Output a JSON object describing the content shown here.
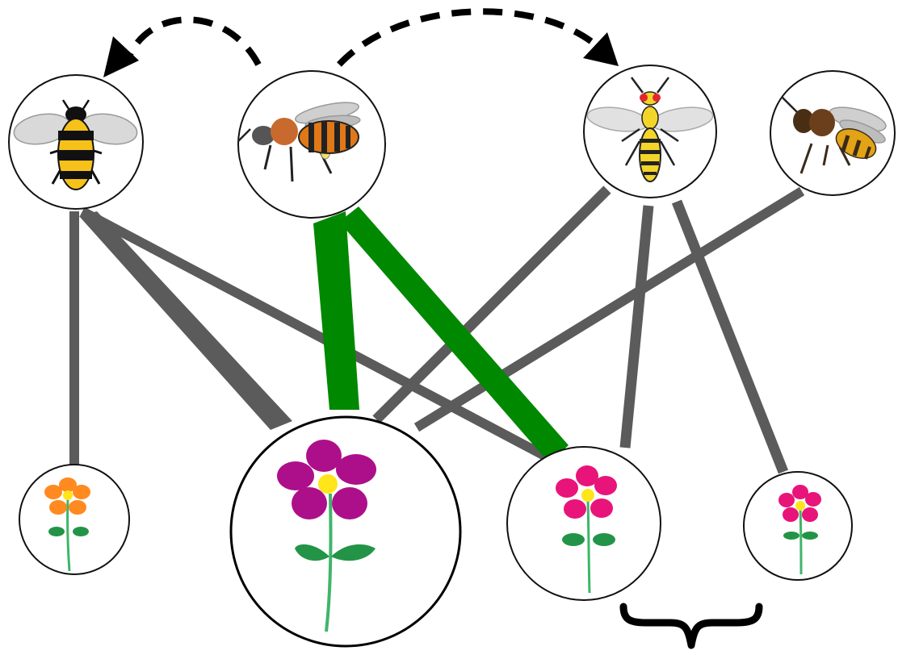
{
  "diagram": {
    "type": "plant-pollinator-network",
    "pollinators": [
      {
        "id": "bumblebee",
        "icon": "bumblebee-icon"
      },
      {
        "id": "solitary-bee",
        "icon": "solitary-bee-icon"
      },
      {
        "id": "wasp",
        "icon": "wasp-icon"
      },
      {
        "id": "honeybee",
        "icon": "honeybee-icon"
      }
    ],
    "flowers": [
      {
        "id": "orange-flower",
        "icon": "orange-flower-icon",
        "petal_color": "#ff8a1f"
      },
      {
        "id": "purple-flower",
        "icon": "purple-flower-icon",
        "petal_color": "#ad0f8a"
      },
      {
        "id": "pink-flower",
        "icon": "pink-flower-icon",
        "petal_color": "#e8147a"
      },
      {
        "id": "small-pink-flower",
        "icon": "small-pink-flower-icon",
        "petal_color": "#e8147a"
      }
    ],
    "links": [
      {
        "from": "bumblebee",
        "to": "orange-flower",
        "highlight": false
      },
      {
        "from": "bumblebee",
        "to": "purple-flower",
        "highlight": false
      },
      {
        "from": "bumblebee",
        "to": "pink-flower",
        "highlight": false
      },
      {
        "from": "solitary-bee",
        "to": "purple-flower",
        "highlight": true
      },
      {
        "from": "solitary-bee",
        "to": "pink-flower",
        "highlight": true
      },
      {
        "from": "wasp",
        "to": "purple-flower",
        "highlight": false
      },
      {
        "from": "wasp",
        "to": "pink-flower",
        "highlight": false
      },
      {
        "from": "wasp",
        "to": "small-pink-flower",
        "highlight": false
      },
      {
        "from": "honeybee",
        "to": "purple-flower",
        "highlight": false
      }
    ],
    "competition_arrows": [
      {
        "from": "solitary-bee",
        "to": "bumblebee",
        "style": "dashed"
      },
      {
        "from": "solitary-bee",
        "to": "wasp",
        "style": "dashed"
      }
    ],
    "colors": {
      "link": "#5b5b5b",
      "highlight_link": "#008800",
      "node_outline": "#111111",
      "arrow": "#000000"
    }
  }
}
